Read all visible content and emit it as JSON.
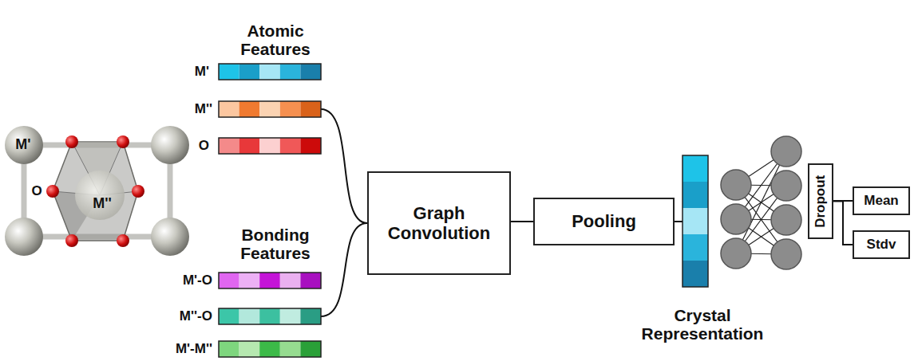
{
  "diagram": {
    "nodes": [
      {
        "text": [
          "Graph Convolution"
        ]
      },
      {
        "text": [
          "Pooling"
        ]
      },
      {
        "text": [
          "Dropout"
        ]
      },
      {
        "text": [
          "Mean"
        ]
      },
      {
        "text": [
          "Stdv"
        ]
      }
    ],
    "edges": [
      {
        "from": 0,
        "to": 1,
        "arrow": "none"
      },
      {
        "from": 2,
        "to": 3,
        "arrow": "none"
      },
      {
        "from": 2,
        "to": 4,
        "arrow": "none"
      }
    ],
    "labels": [
      "M'",
      "O",
      "M''",
      "Atomic Features",
      "M'",
      "M''",
      "O",
      "Bonding Features",
      "M'-O",
      "M''-O",
      "M'-M''",
      "Crystal Representation"
    ]
  }
}
